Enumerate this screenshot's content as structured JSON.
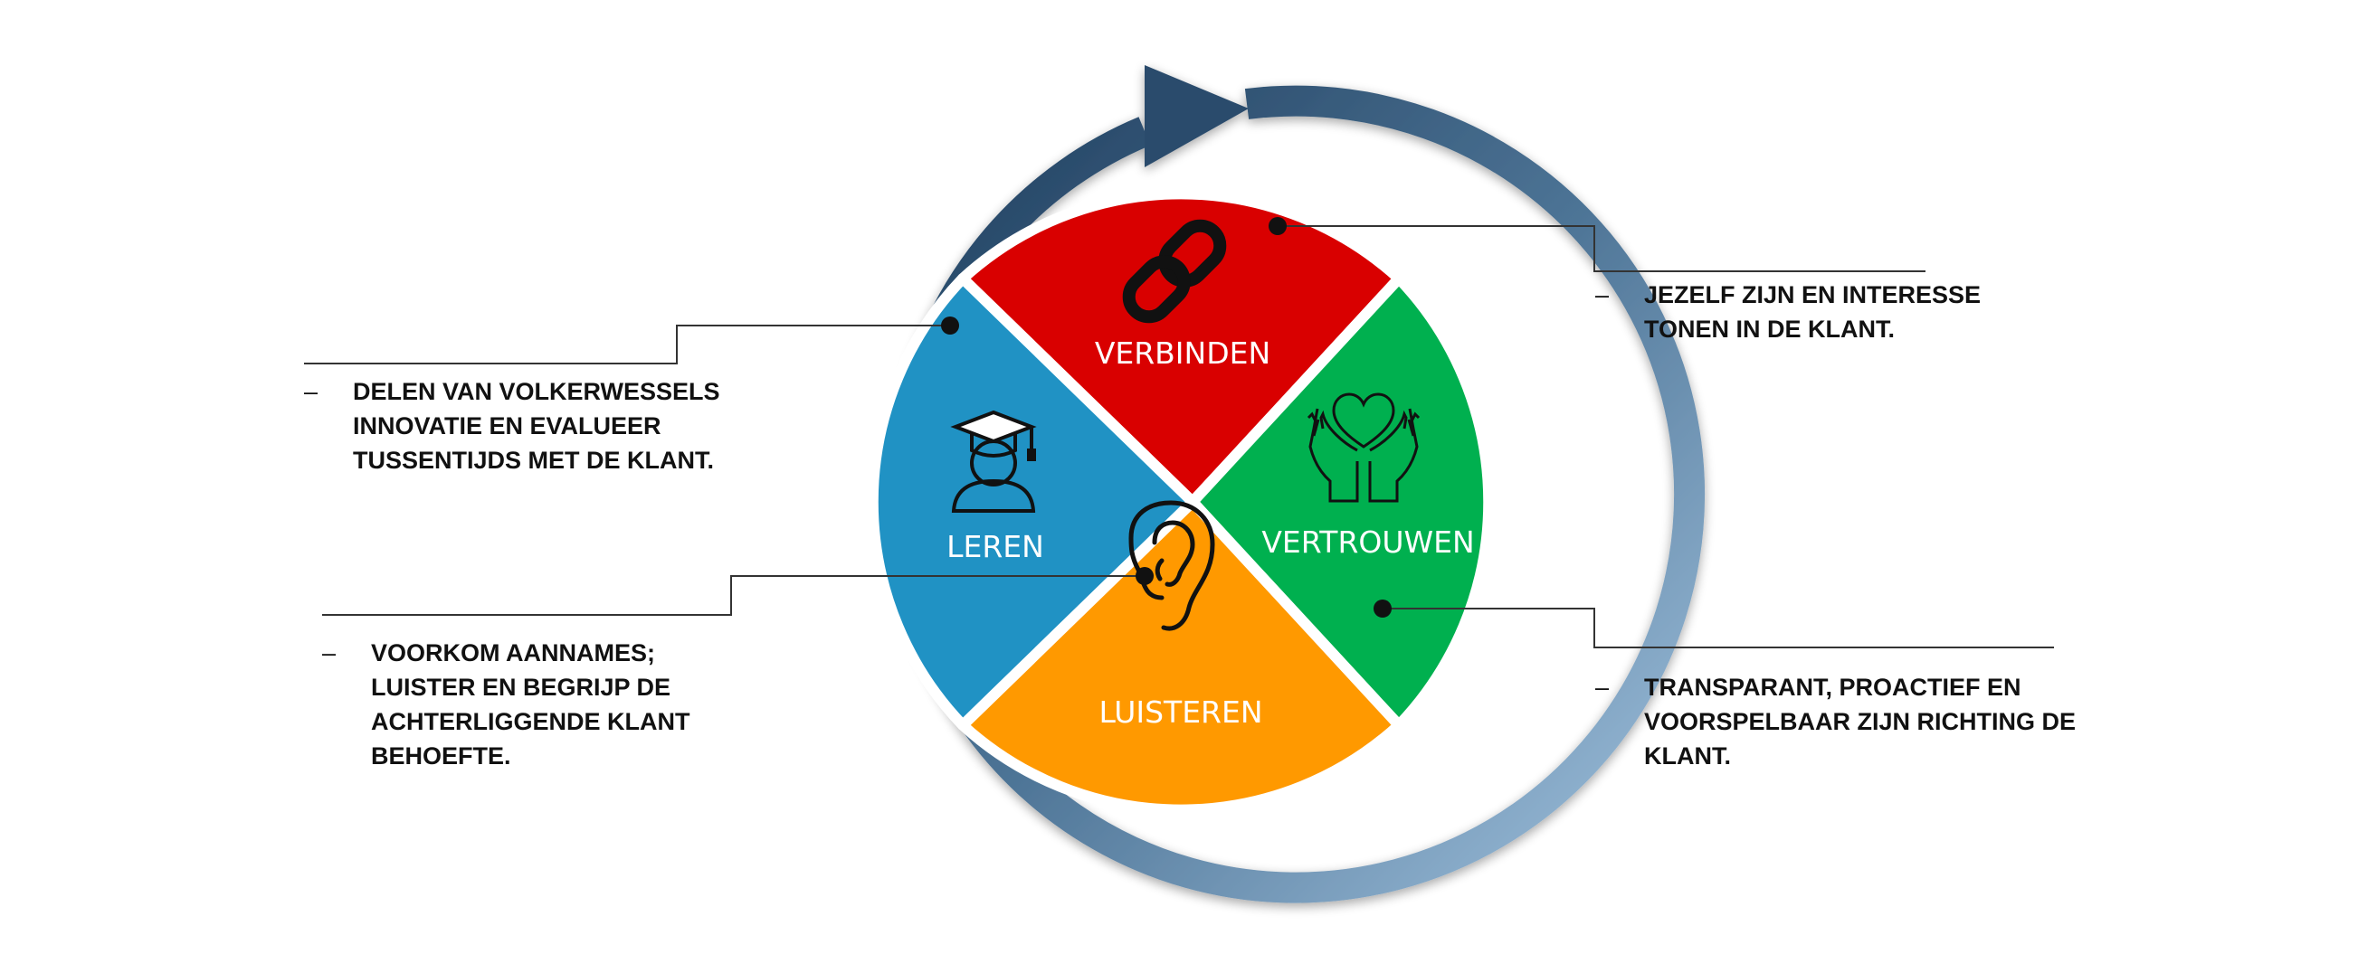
{
  "colors": {
    "verbinden": "#d90000",
    "vertrouwen": "#00b04f",
    "luisteren": "#ff9900",
    "leren": "#2092c4",
    "arrow_dark": "#1e3d5c",
    "arrow_light": "#a2c3df",
    "leader_line": "#333333"
  },
  "segments": [
    {
      "key": "verbinden",
      "label": "VERBINDEN",
      "icon": "chain-link-icon"
    },
    {
      "key": "vertrouwen",
      "label": "VERTROUWEN",
      "icon": "hands-heart-icon"
    },
    {
      "key": "luisteren",
      "label": "LUISTEREN",
      "icon": "ear-icon"
    },
    {
      "key": "leren",
      "label": "LEREN",
      "icon": "graduate-icon"
    }
  ],
  "annotations": [
    {
      "key": "verbinden",
      "dash": "–",
      "lines": [
        "JEZELF ZIJN EN INTERESSE",
        "TONEN IN DE KLANT."
      ]
    },
    {
      "key": "vertrouwen",
      "dash": "–",
      "lines": [
        "TRANSPARANT, PROACTIEF EN",
        "VOORSPELBAAR ZIJN RICHTING DE",
        "KLANT."
      ]
    },
    {
      "key": "leren",
      "dash": "–",
      "lines": [
        "DELEN VAN VOLKERWESSELS",
        "INNOVATIE EN EVALUEER",
        "TUSSENTIJDS MET DE KLANT."
      ]
    },
    {
      "key": "luisteren",
      "dash": "–",
      "lines": [
        "VOORKOM AANNAMES;",
        "LUISTER EN BEGRIJP DE",
        "ACHTERLIGGENDE KLANT",
        "BEHOEFTE."
      ]
    }
  ]
}
